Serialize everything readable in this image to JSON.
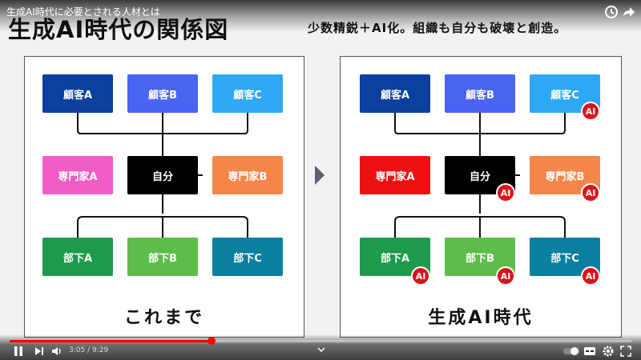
{
  "video": {
    "title": "生成AI時代に必要とされる人材とは",
    "current_time": "3:05",
    "duration": "9:29",
    "progress": 0.325
  },
  "slide": {
    "title": "生成AI時代の関係図",
    "subtitle": "少数精鋭＋AI化。組織も自分も破壊と創造。",
    "ai_badge": "AI",
    "left_panel": {
      "caption": "これまで",
      "nodes": [
        {
          "label": "顧客A",
          "color": "#0b3fa0"
        },
        {
          "label": "顧客B",
          "color": "#4a63f0"
        },
        {
          "label": "顧客C",
          "color": "#2fa8f4"
        },
        {
          "label": "専門家A",
          "color": "#f25cc7"
        },
        {
          "label": "自分",
          "color": "#000000"
        },
        {
          "label": "専門家B",
          "color": "#f4864a"
        },
        {
          "label": "部下A",
          "color": "#1d9a4c"
        },
        {
          "label": "部下B",
          "color": "#5dbd4a"
        },
        {
          "label": "部下C",
          "color": "#0b7fa0"
        }
      ]
    },
    "right_panel": {
      "caption": "生成AI時代",
      "nodes": [
        {
          "label": "顧客A",
          "color": "#0b3fa0",
          "ai": false
        },
        {
          "label": "顧客B",
          "color": "#4a63f0",
          "ai": false
        },
        {
          "label": "顧客C",
          "color": "#2fa8f4",
          "ai": true
        },
        {
          "label": "専門家A",
          "color": "#ee1111",
          "ai": false
        },
        {
          "label": "自分",
          "color": "#000000",
          "ai": true
        },
        {
          "label": "専門家B",
          "color": "#f4864a",
          "ai": true
        },
        {
          "label": "部下A",
          "color": "#1d9a4c",
          "ai": true
        },
        {
          "label": "部下B",
          "color": "#5dbd4a",
          "ai": true
        },
        {
          "label": "部下C",
          "color": "#0b7fa0",
          "ai": true
        }
      ]
    }
  }
}
